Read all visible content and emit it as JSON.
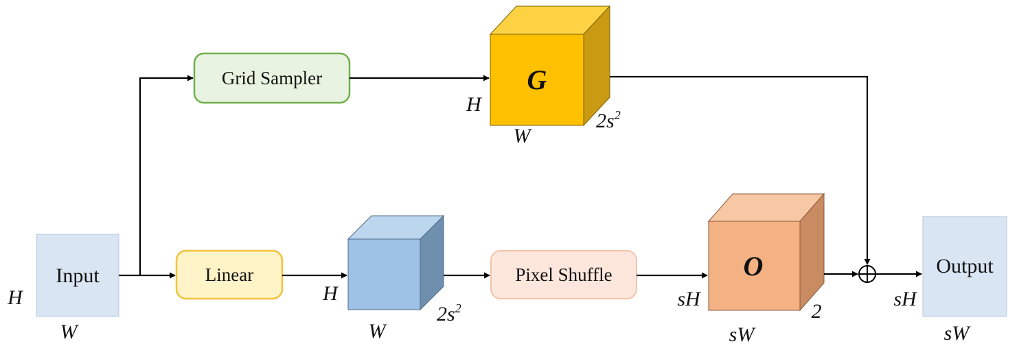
{
  "colors": {
    "input_fill": "#dae5f3",
    "input_stroke": "#b7c9df",
    "grid_fill": "#e9f3e1",
    "grid_stroke": "#6fb04d",
    "linear_fill": "#fff4c8",
    "linear_stroke": "#f2c23a",
    "shuffle_fill": "#fde7dc",
    "shuffle_stroke": "#f4c3aa",
    "cube_g_front": "#ffc000",
    "cube_g_top": "#ffd243",
    "cube_g_side": "#c99a12",
    "cube_w_front": "#9ec2e6",
    "cube_w_top": "#bcd6ee",
    "cube_w_side": "#6f8fae",
    "cube_o_front": "#f4b183",
    "cube_o_top": "#f8c8a5",
    "cube_o_side": "#c98b62",
    "output_fill": "#dae5f3",
    "output_stroke": "#b7c9df",
    "arrow": "#000000"
  },
  "input": {
    "label": "Input",
    "h": "H",
    "w": "W"
  },
  "grid_sampler": {
    "label": "Grid Sampler"
  },
  "linear": {
    "label": "Linear"
  },
  "cube_g": {
    "letter": "G",
    "h": "H",
    "w": "W",
    "c": "2s",
    "c_sup": "2"
  },
  "cube_w": {
    "h": "H",
    "w": "W",
    "c": "2s",
    "c_sup": "2"
  },
  "pixel_shuffle": {
    "label": "Pixel Shuffle"
  },
  "cube_o": {
    "letter": "O",
    "h": "sH",
    "w": "sW",
    "c": "2"
  },
  "sum": {
    "symbol": "⊕"
  },
  "output": {
    "label": "Output",
    "h": "sH",
    "w": "sW"
  }
}
